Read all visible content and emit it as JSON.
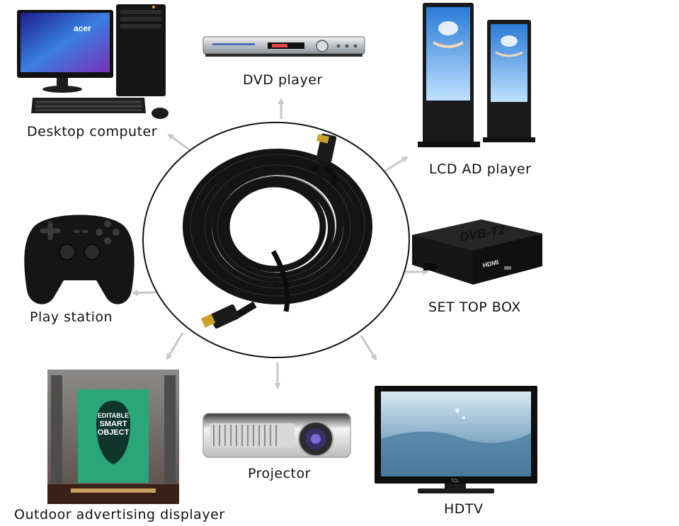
{
  "diagram": {
    "center": {
      "icon": "hdmi-cable-coil-icon",
      "colors": {
        "ring": "#111111",
        "cable": "#141414",
        "connector": "#c9a227"
      }
    },
    "arrow_color": "#c8c8c8",
    "devices": [
      {
        "id": "desktop-computer",
        "label": "Desktop computer",
        "icon": "desktop-computer-icon",
        "screen_text": "acer"
      },
      {
        "id": "dvd-player",
        "label": "DVD player",
        "icon": "dvd-player-icon"
      },
      {
        "id": "lcd-ad-player",
        "label": "LCD AD player",
        "icon": "lcd-ad-player-icon"
      },
      {
        "id": "play-station",
        "label": "Play station",
        "icon": "gamepad-icon"
      },
      {
        "id": "set-top-box",
        "label": "SET TOP BOX",
        "icon": "set-top-box-icon",
        "box_text": "DVB-T2",
        "hdmi_mark": "HDMI"
      },
      {
        "id": "outdoor-advertising-displayer",
        "label": "Outdoor advertising displayer",
        "icon": "outdoor-billboard-icon",
        "billboard_text": [
          "EDITABLE",
          "SMART",
          "OBJECT"
        ]
      },
      {
        "id": "projector",
        "label": "Projector",
        "icon": "projector-icon"
      },
      {
        "id": "hdtv",
        "label": "HDTV",
        "icon": "hdtv-icon",
        "brand": "TCL"
      }
    ]
  }
}
